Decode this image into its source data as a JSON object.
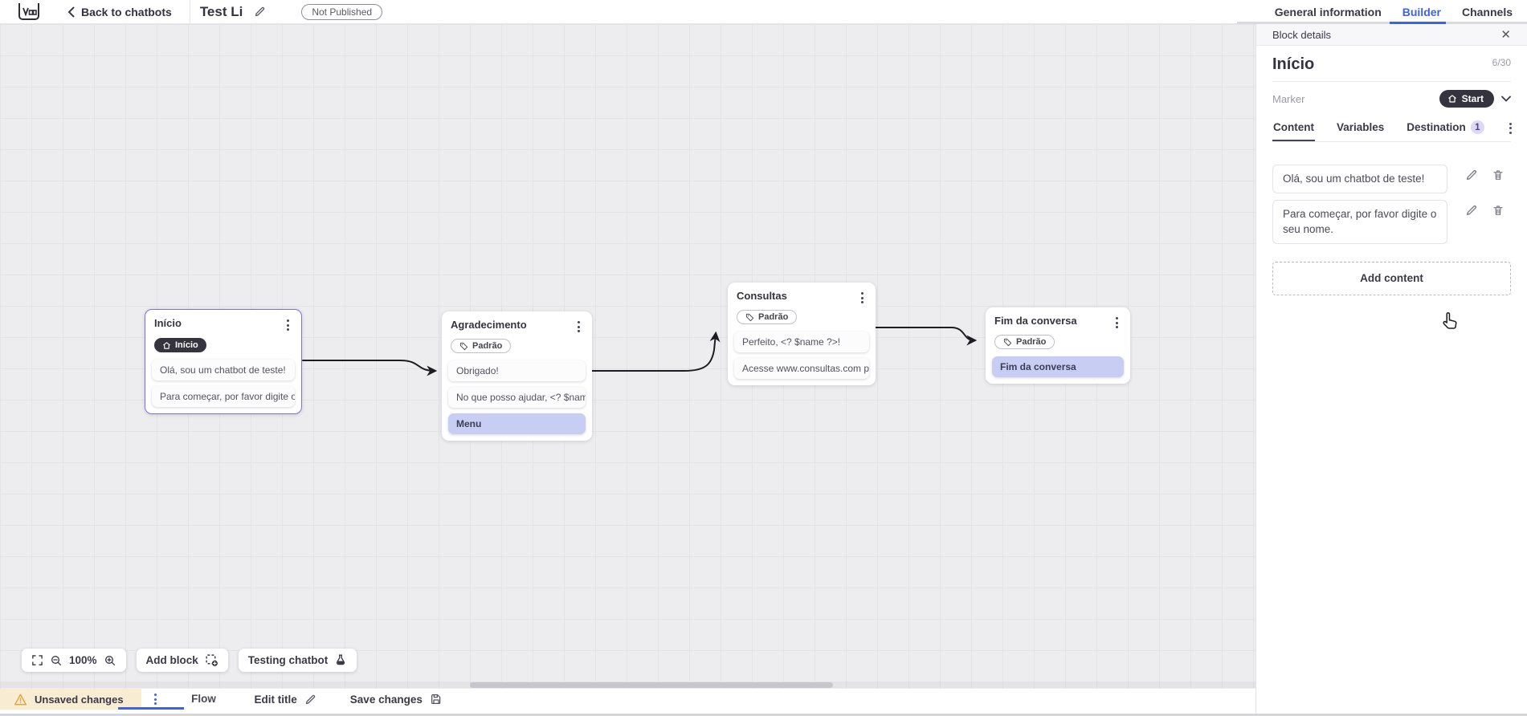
{
  "topbar": {
    "back_label": "Back to chatbots",
    "title": "Test Li",
    "status_badge": "Not Published",
    "tabs": [
      {
        "label": "General information",
        "active": false
      },
      {
        "label": "Builder",
        "active": true
      },
      {
        "label": "Channels",
        "active": false
      }
    ]
  },
  "canvas": {
    "zoom_level": "100%",
    "add_block_label": "Add block",
    "testing_label": "Testing chatbot",
    "blocks": [
      {
        "title": "Início",
        "badge": "Início",
        "badge_icon": "home-icon",
        "selected": true,
        "cards": [
          {
            "text": "Olá, sou um chatbot de teste!"
          },
          {
            "text": "Para começar, por favor digite o ..."
          }
        ]
      },
      {
        "title": "Agradecimento",
        "badge": "Padrão",
        "badge_icon": "tag-icon",
        "cards": [
          {
            "text": "Obrigado!"
          },
          {
            "text": "No que posso ajudar, <? $name ..."
          },
          {
            "text": "Menu",
            "type": "action"
          }
        ]
      },
      {
        "title": "Consultas",
        "badge": "Padrão",
        "badge_icon": "tag-icon",
        "cards": [
          {
            "text": "Perfeito, <? $name ?>!"
          },
          {
            "text": "Acesse www.consultas.com par..."
          }
        ]
      },
      {
        "title": "Fim da conversa",
        "badge": "Padrão",
        "badge_icon": "tag-icon",
        "cards": [
          {
            "text": "Fim da conversa",
            "type": "action"
          }
        ]
      }
    ]
  },
  "panel": {
    "header": "Block details",
    "block_name": "Início",
    "char_counter": "6/30",
    "marker_label": "Marker",
    "marker_value": "Start",
    "marker_icon": "home-icon",
    "tabs": [
      {
        "label": "Content",
        "active": true
      },
      {
        "label": "Variables",
        "active": false
      },
      {
        "label": "Destination",
        "active": false,
        "badge": "1"
      }
    ],
    "contents": [
      {
        "text": "Olá, sou um chatbot de teste!"
      },
      {
        "text": "Para começar, por favor digite o seu nome."
      }
    ],
    "add_content_label": "Add content"
  },
  "bottombar": {
    "unsaved_label": "Unsaved changes",
    "flow_tab": "Flow",
    "edit_title_label": "Edit title",
    "save_label": "Save changes"
  },
  "colors": {
    "accent_blue": "#3f62e0",
    "selected_purple": "#7d6ef0",
    "dark_badge": "#34333e",
    "action_card": "#c8cdf3",
    "warning_bg": "#f8ecd2",
    "warning_icon": "#e9a13b",
    "canvas_bg": "#ededef"
  }
}
